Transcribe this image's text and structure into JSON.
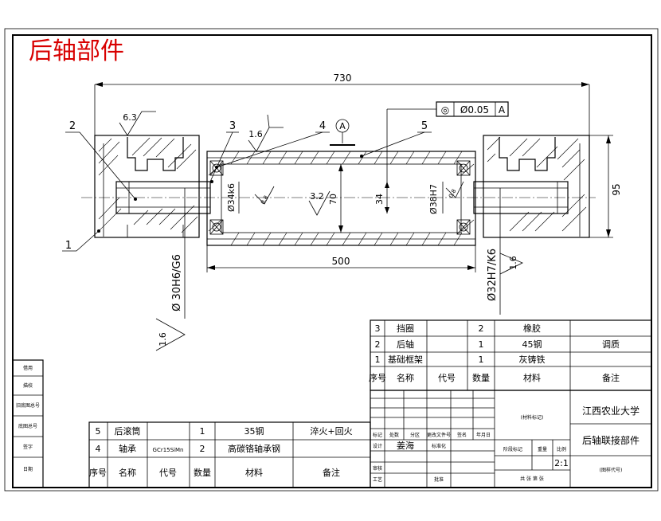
{
  "title": "后轴部件",
  "dimensions": {
    "overall_length": "730",
    "roller_length": "500",
    "height_right": "95",
    "inner_dia": "70",
    "shaft_34": "34",
    "fit_left_shaft": "Ø34k6",
    "fit_right_bore": "Ø38H7",
    "fit_left_bearing": "Ø 30H6/G6",
    "fit_right_bearing": "Ø32H7/K6"
  },
  "roughness": {
    "r63": "6.3",
    "r16_top": "1.6",
    "r32": "3.2",
    "r16_left": "1.6",
    "r16_right": "1.6",
    "r08_a": "0.8",
    "r08_b": "0.8"
  },
  "tolerance_frame": {
    "symbol": "◎",
    "value": "Ø0.05",
    "datum": "A"
  },
  "datum_label": "A",
  "balloons": [
    "1",
    "2",
    "3",
    "4",
    "5"
  ],
  "parts_right": {
    "rows": [
      {
        "seq": "3",
        "name": "挡圈",
        "code": "",
        "qty": "2",
        "material": "橡胶",
        "note": ""
      },
      {
        "seq": "2",
        "name": "后轴",
        "code": "",
        "qty": "1",
        "material": "45钢",
        "note": "调质"
      },
      {
        "seq": "1",
        "name": "基础框架",
        "code": "",
        "qty": "1",
        "material": "灰铸铁",
        "note": ""
      }
    ],
    "header": {
      "seq": "序号",
      "name": "名称",
      "code": "代号",
      "qty": "数量",
      "material": "材料",
      "note": "备注"
    }
  },
  "parts_left": {
    "rows": [
      {
        "seq": "5",
        "name": "后滚筒",
        "code": "",
        "qty": "1",
        "material": "35钢",
        "note": "淬火+回火"
      },
      {
        "seq": "4",
        "name": "轴承",
        "code": "GCr15SiMn",
        "qty": "2",
        "material": "高碳铬轴承钢",
        "note": ""
      }
    ],
    "header": {
      "seq": "序号",
      "name": "名称",
      "code": "代号",
      "qty": "数量",
      "material": "材料",
      "note": "备注"
    }
  },
  "title_block": {
    "material_mark": "(材料标记)",
    "university": "江西农业大学",
    "drawing_name": "后轴联接部件",
    "drawing_code": "(图样代号)",
    "stage_mark": "阶段标记",
    "weight": "重量",
    "scale": "比例",
    "scale_value": "2:1",
    "sheets": "共  张  第  张",
    "mark": "标记",
    "count": "处数",
    "zone": "分区",
    "change_doc": "更改文件号",
    "sign": "签名",
    "date": "年月日",
    "designer": "设计",
    "designer_name": "姜海",
    "standard": "标准化",
    "review": "审核",
    "process": "工艺",
    "approve": "批准"
  },
  "side_strip": [
    "借用",
    "描校",
    "旧底图总号",
    "底图总号",
    "签字",
    "日期"
  ]
}
